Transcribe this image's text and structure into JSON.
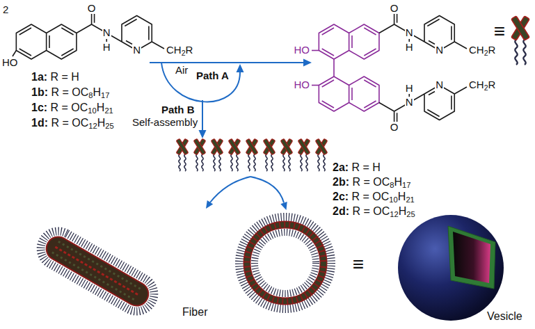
{
  "diagram": {
    "labels": [
      "2",
      "HO",
      "O",
      "N",
      "H",
      "N",
      "CH2R",
      "1a: R = H",
      "1b: R = OC8H17",
      "1c: R = OC10H21",
      "1d: R = OC12H25",
      "Air",
      "Path A",
      "Path B",
      "Self-assembly",
      "HO",
      "O",
      "N",
      "H",
      "N",
      "CH2R",
      "HO",
      "H",
      "O",
      "N",
      "N",
      "CH2R",
      "≡",
      "2a: R = H",
      "2b: R = OC8H17",
      "2c: R = OC10H21",
      "2d: R = OC12H25",
      "Fiber",
      "≡",
      "Vesicle"
    ]
  }
}
